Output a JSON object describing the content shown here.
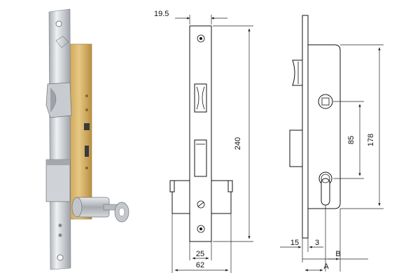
{
  "photo": {
    "description_icon": "mortise-lock-photo-icon",
    "colors": {
      "faceplate": "#c9ccd1",
      "case": "#d8b56a",
      "cylinder": "#b9bcc1",
      "shadow": "#8f9398"
    }
  },
  "front_view": {
    "dims": {
      "faceplate_width": "19.5",
      "faceplate_height": "240",
      "case_depth": "25",
      "total_width": "62"
    }
  },
  "side_view": {
    "dims": {
      "case_height": "178",
      "center_distance": "85",
      "faceplate_thickness": "15",
      "offset": "3",
      "backset_a": "A",
      "backset_b": "B"
    }
  }
}
